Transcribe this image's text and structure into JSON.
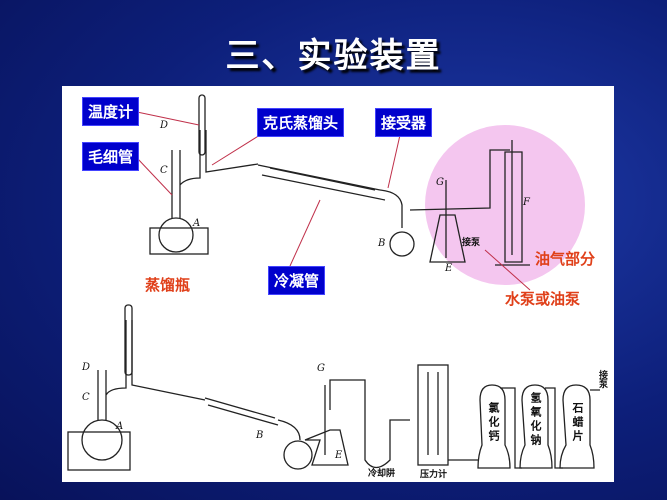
{
  "title": "三、实验装置",
  "top_diagram": {
    "callouts": [
      "温度计",
      "毛细管",
      "克氏蒸馏头",
      "接受器",
      "冷凝管"
    ],
    "red_labels": [
      "蒸馏瓶",
      "油气部分",
      "水泵或油泵"
    ],
    "letters": [
      "D",
      "C",
      "A",
      "B",
      "G",
      "E",
      "F"
    ],
    "pump_label": "接泵"
  },
  "bottom_diagram": {
    "letters": [
      "D",
      "C",
      "A",
      "B",
      "G",
      "E"
    ],
    "trap_label": "冷却阱",
    "manometer_label": "压力计",
    "bottles": [
      "氯化钙",
      "氢氧化钠",
      "石蜡片"
    ],
    "pump_label": "接泵"
  },
  "colors": {
    "callout_bg": "#0000cc",
    "red_label": "#e0401a",
    "highlight": "#f4c6ef"
  }
}
